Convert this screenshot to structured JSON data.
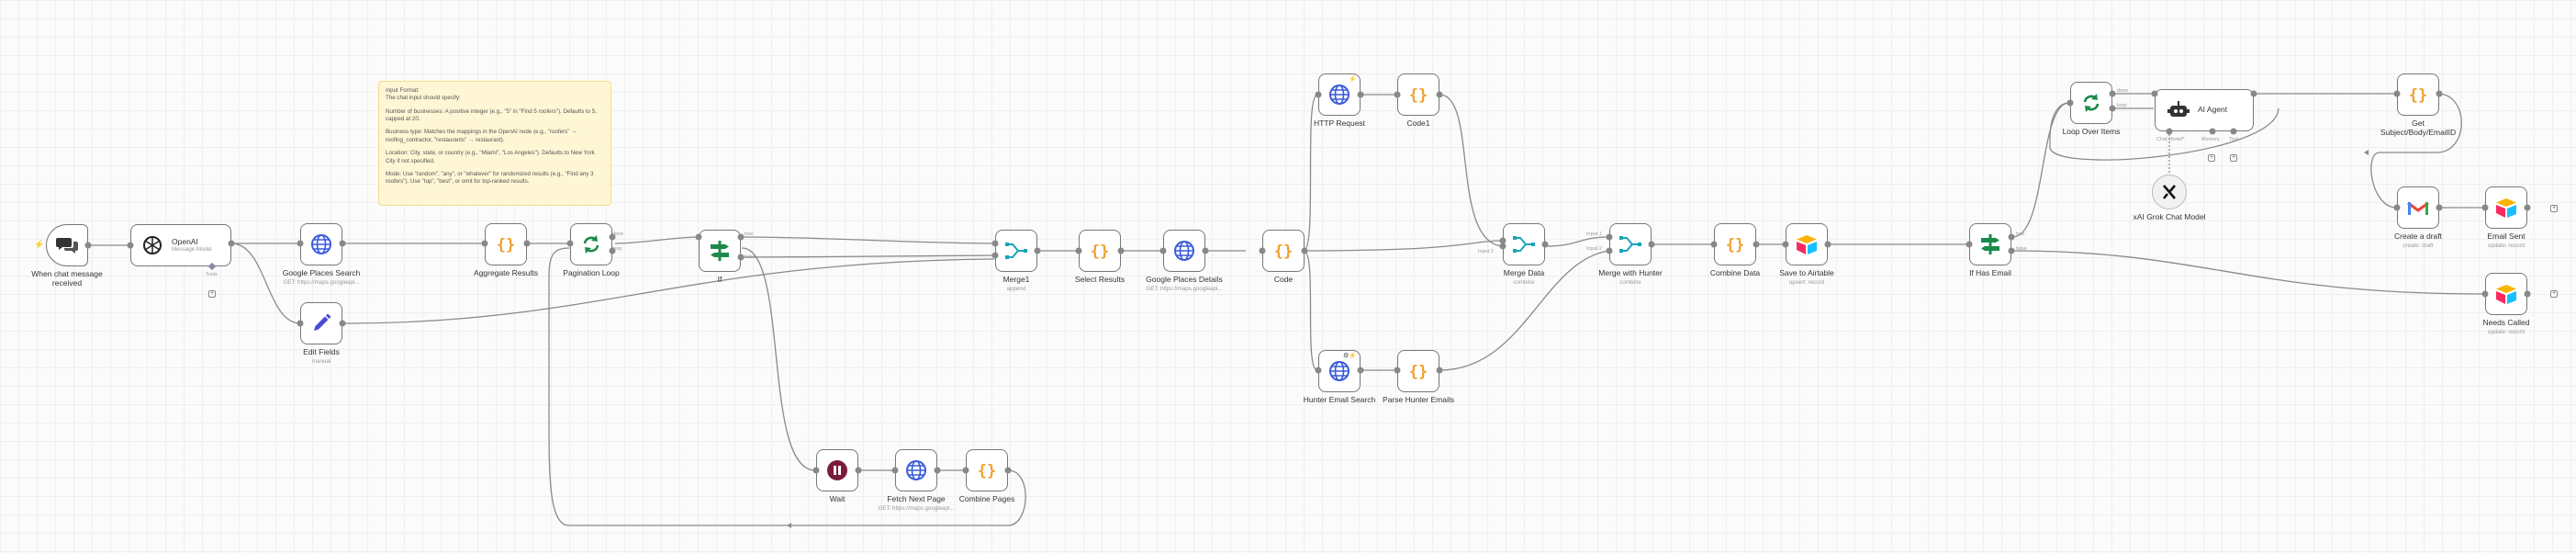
{
  "nodes": {
    "chat_trigger": {
      "label": "When chat message received",
      "icon": "chat-bubbles-icon"
    },
    "openai": {
      "label": "OpenAI",
      "sub": "Message Model",
      "icon": "openai-icon",
      "port_label": "Tools"
    },
    "google_places_search": {
      "label": "Google Places Search",
      "sub": "GET: https://maps.googleapi...",
      "icon": "globe-icon"
    },
    "edit_fields": {
      "label": "Edit Fields",
      "sub": "manual",
      "icon": "pencil-icon"
    },
    "aggregate_results": {
      "label": "Aggregate Results",
      "icon": "code-braces-icon"
    },
    "pagination_loop": {
      "label": "Pagination Loop",
      "icon": "loop-icon"
    },
    "if_node": {
      "label": "If",
      "icon": "if-icon",
      "true_label": "true",
      "false_label": "false"
    },
    "merge1": {
      "label": "Merge1",
      "sub": "append",
      "icon": "merge-icon"
    },
    "select_results": {
      "label": "Select Results",
      "icon": "code-braces-icon"
    },
    "google_places_details": {
      "label": "Google Places Details",
      "sub": "GET: https://maps.googleapi...",
      "icon": "globe-icon"
    },
    "code": {
      "label": "Code",
      "icon": "code-braces-icon"
    },
    "http_request": {
      "label": "HTTP Request",
      "icon": "globe-icon"
    },
    "code1": {
      "label": "Code1",
      "icon": "code-braces-icon"
    },
    "hunter_email_search": {
      "label": "Hunter Email Search",
      "icon": "globe-icon"
    },
    "parse_hunter_emails": {
      "label": "Parse Hunter Emails",
      "icon": "code-braces-icon"
    },
    "merge_data": {
      "label": "Merge Data",
      "sub": "combine",
      "icon": "merge-icon",
      "in_label": "Input 2"
    },
    "merge_with_hunter": {
      "label": "Merge with Hunter",
      "sub": "combine",
      "icon": "merge-icon",
      "in1": "Input 1",
      "in2": "Input 2"
    },
    "combine_data": {
      "label": "Combine Data",
      "icon": "code-braces-icon"
    },
    "save_to_airtable": {
      "label": "Save to Airtable",
      "sub": "upsert: record",
      "icon": "airtable-icon"
    },
    "if_has_email": {
      "label": "If Has Email",
      "icon": "if-icon",
      "true_label": "true",
      "false_label": "false"
    },
    "loop_over_items": {
      "label": "Loop Over Items",
      "icon": "loop-icon",
      "done_label": "done",
      "loop_label": "loop"
    },
    "ai_agent": {
      "label": "AI Agent",
      "icon": "robot-icon",
      "p1": "Chat Model*",
      "p2": "Memory",
      "p3": "Tool"
    },
    "xai_grok": {
      "label": "xAI Grok Chat Model",
      "icon": "xai-icon"
    },
    "get_subject": {
      "label": "Get Subject/Body/EmailID",
      "icon": "code-braces-icon"
    },
    "create_draft": {
      "label": "Create a draft",
      "sub": "create: draft",
      "icon": "gmail-icon"
    },
    "email_sent": {
      "label": "Email Sent",
      "sub": "update: record",
      "icon": "airtable-icon"
    },
    "needs_called": {
      "label": "Needs Called",
      "sub": "update: record",
      "icon": "airtable-icon"
    },
    "wait": {
      "label": "Wait",
      "icon": "pause-icon"
    },
    "fetch_next_page": {
      "label": "Fetch Next Page",
      "sub": "GET: https://maps.googleapi...",
      "icon": "globe-icon"
    },
    "combine_pages": {
      "label": "Combine Pages",
      "icon": "code-braces-icon"
    }
  },
  "sticky_note": {
    "lines": [
      "Input Format:\nThe chat input should specify:",
      "Number of businesses: A positive integer (e.g., \"5\" in \"Find 5 roofers\"). Defaults to 5, capped at 20.",
      "Business type: Matches the mappings in the OpenAI node (e.g., \"roofers\" → roofing_contractor, \"restaurants\" → restaurant).",
      "Location: City, state, or country (e.g., \"Miami\", \"Los Angeles\"). Defaults to New York City if not specified.",
      "Mode: Use \"random\", \"any\", or \"whatever\" for randomized results (e.g., \"Find any 3 roofers\"). Use \"top\", \"best\", or omit for top-ranked results."
    ]
  },
  "colors": {
    "canvas": "#fbfbfb",
    "wire": "#8a8a8a",
    "code": "#f0a030",
    "globe": "#3b5bdb",
    "loop": "#1c8a4a",
    "if": "#1c8a4a",
    "merge": "#1aa3b8",
    "pencil": "#4a4ad6",
    "wait": "#7a1d3a",
    "sticky": "#fff6d5"
  }
}
